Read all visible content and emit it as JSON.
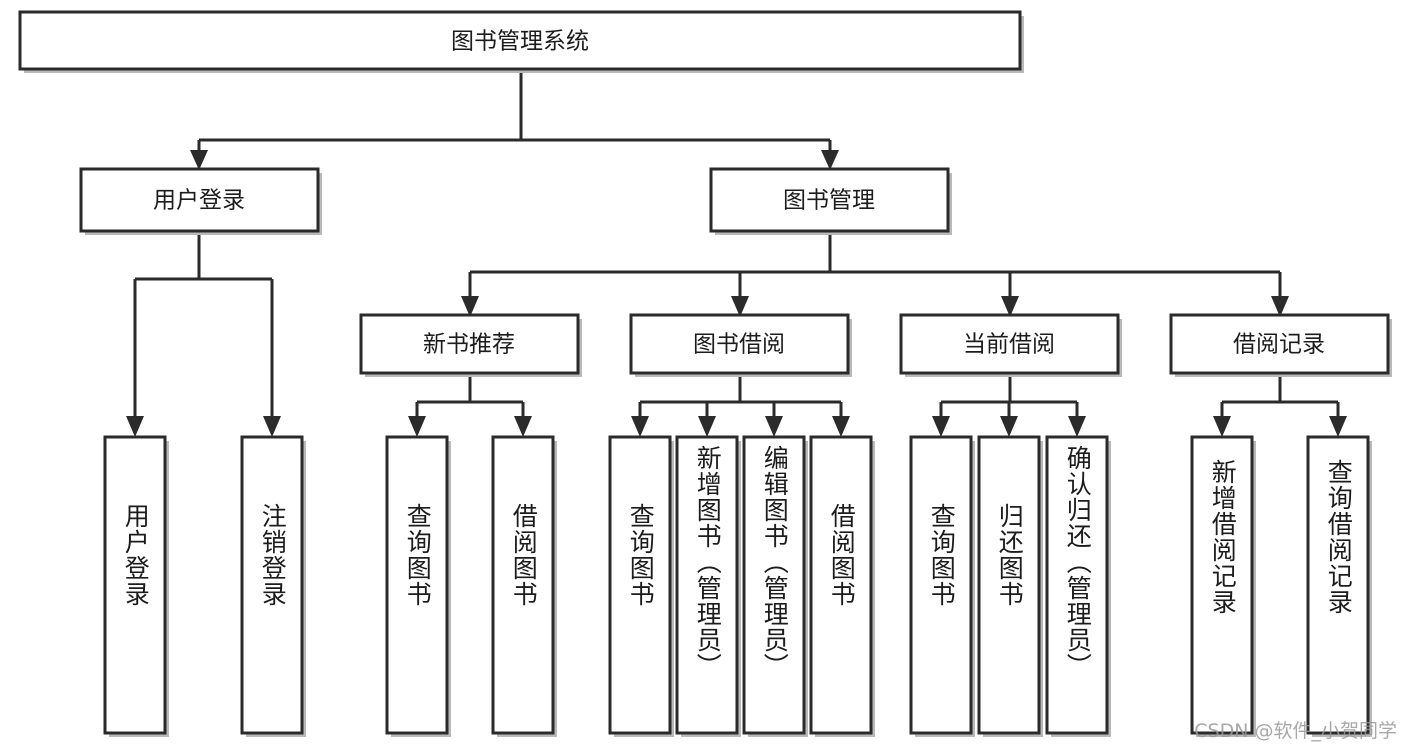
{
  "diagram": {
    "type": "tree",
    "title": "图书管理系统",
    "watermark": "CSDN @软件_小贺同学",
    "colors": {
      "stroke": "#2b2b2b",
      "fill": "#ffffff",
      "shadow": "#b9b9b9",
      "text": "#1c1c1c",
      "watermark": "#9a9a9a"
    },
    "levels": {
      "root": {
        "label": "图书管理系统"
      },
      "level2": [
        {
          "label": "用户登录"
        },
        {
          "label": "图书管理"
        }
      ],
      "level3": [
        {
          "label": "新书推荐"
        },
        {
          "label": "图书借阅"
        },
        {
          "label": "当前借阅"
        },
        {
          "label": "借阅记录"
        }
      ],
      "leaves": {
        "user_login": [
          {
            "label": "用户登录"
          },
          {
            "label": "注销登录"
          }
        ],
        "new_books": [
          {
            "label": "查询图书"
          },
          {
            "label": "借阅图书"
          }
        ],
        "book_borrow": [
          {
            "label": "查询图书"
          },
          {
            "label": "新增图书（管理员）"
          },
          {
            "label": "编辑图书（管理员）"
          },
          {
            "label": "借阅图书"
          }
        ],
        "current_borrow": [
          {
            "label": "查询图书"
          },
          {
            "label": "归还图书"
          },
          {
            "label": "确认归还（管理员）"
          }
        ],
        "borrow_record": [
          {
            "label": "新增借阅记录"
          },
          {
            "label": "查询借阅记录"
          }
        ]
      }
    }
  }
}
